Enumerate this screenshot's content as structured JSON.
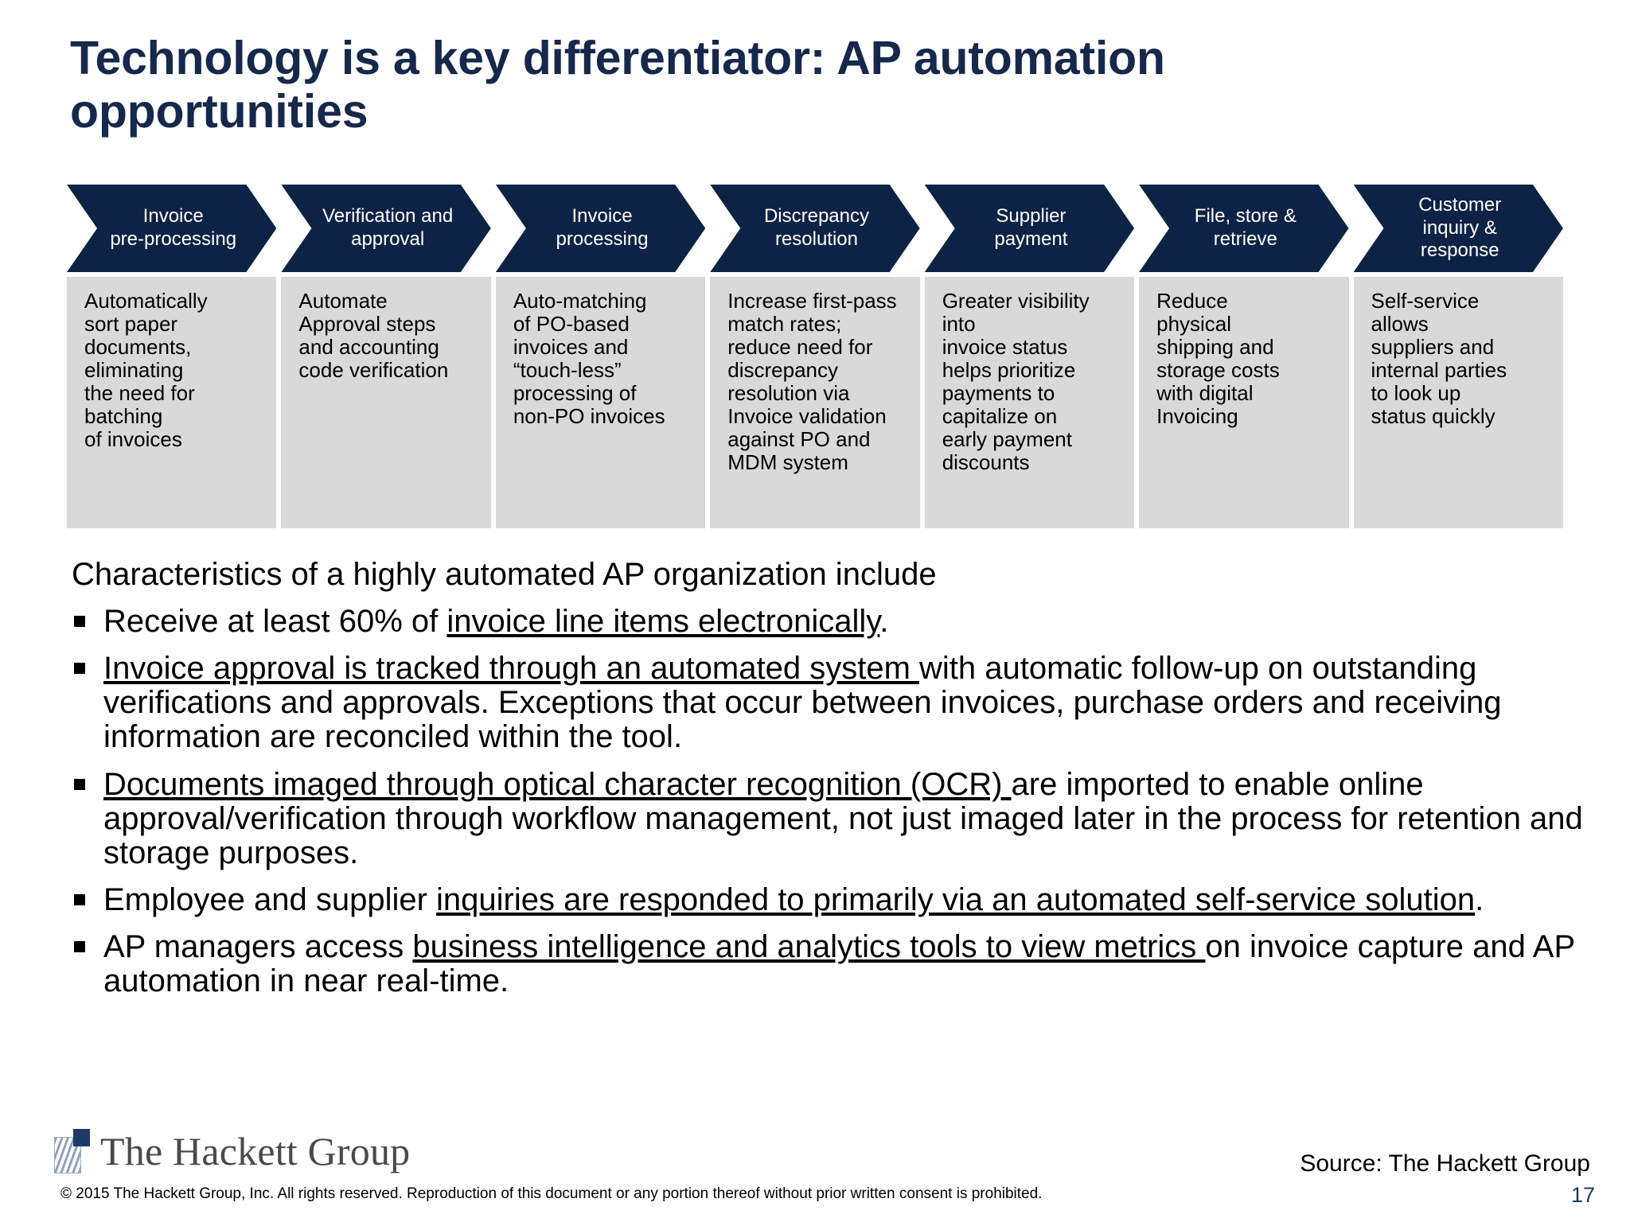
{
  "slide": {
    "title": "Technology is a key differentiator:  AP automation opportunities",
    "accent_color": "#0d2346",
    "panel_color": "#d9d9d9",
    "title_color": "#16284b"
  },
  "process": {
    "steps": [
      {
        "label": "Invoice\npre-processing"
      },
      {
        "label": "Verification and\napproval"
      },
      {
        "label": "Invoice\nprocessing"
      },
      {
        "label": "Discrepancy\nresolution"
      },
      {
        "label": "Supplier\npayment"
      },
      {
        "label": "File, store &\nretrieve"
      },
      {
        "label": "Customer\ninquiry &\nresponse"
      }
    ],
    "details": [
      {
        "text": "Automatically\nsort paper\ndocuments,\neliminating\nthe need for\nbatching\nof invoices"
      },
      {
        "text": "Automate\nApproval steps\nand accounting\ncode verification"
      },
      {
        "text": "Auto-matching\nof PO-based\ninvoices and\n“touch-less”\nprocessing of\nnon-PO invoices"
      },
      {
        "text": "Increase first-pass\nmatch rates;\nreduce need for\ndiscrepancy\nresolution via\nInvoice validation\nagainst PO and\nMDM system"
      },
      {
        "text": "Greater visibility\ninto\ninvoice status\nhelps prioritize\npayments to\ncapitalize on\nearly payment\ndiscounts"
      },
      {
        "text": "Reduce\nphysical\nshipping and\nstorage costs\nwith digital\nInvoicing"
      },
      {
        "text": "Self-service\nallows\nsuppliers and\ninternal parties\nto look up\nstatus quickly"
      }
    ]
  },
  "body": {
    "lead_in": "Characteristics of a highly automated AP organization include",
    "bullets": [
      {
        "pre": "Receive at least 60% of ",
        "underlined": "invoice line items electronically",
        "post": "."
      },
      {
        "pre": "",
        "underlined": "Invoice approval is tracked through an automated system ",
        "post": "with automatic follow-up on outstanding verifications and approvals. Exceptions that occur between invoices, purchase orders and receiving information are reconciled within the tool."
      },
      {
        "pre": "",
        "underlined": "Documents imaged through optical character recognition (OCR) ",
        "post": "are imported to enable online approval/verification through workflow management, not just imaged later in the process for retention and storage purposes."
      },
      {
        "pre": "Employee and supplier ",
        "underlined": "inquiries are responded to primarily via an automated self-service solution",
        "post": "."
      },
      {
        "pre": "AP managers access ",
        "underlined": "business intelligence and analytics tools to view metrics ",
        "post": "on invoice capture and AP automation in near real-time."
      }
    ]
  },
  "footer": {
    "logo_text": "The Hackett Group",
    "copyright": "© 2015 The Hackett Group, Inc.  All rights reserved. Reproduction of this document or any portion thereof without prior written consent is prohibited.",
    "source": "Source:  The Hackett Group",
    "page_number": "17"
  }
}
